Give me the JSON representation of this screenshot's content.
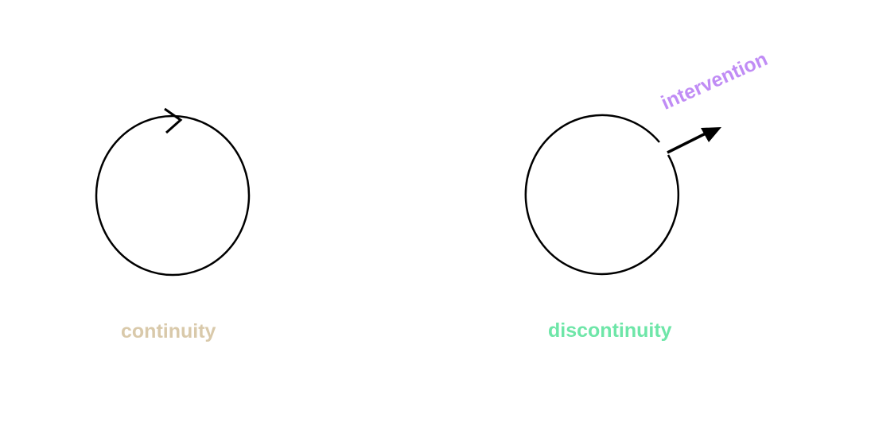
{
  "labels": {
    "continuity": "continuity",
    "discontinuity": "discontinuity",
    "intervention": "intervention"
  },
  "colors": {
    "continuity": "#d9c9aa",
    "discontinuity": "#6ee6a8",
    "intervention": "#c08cf5",
    "stroke": "#000000",
    "background": "#ffffff"
  }
}
